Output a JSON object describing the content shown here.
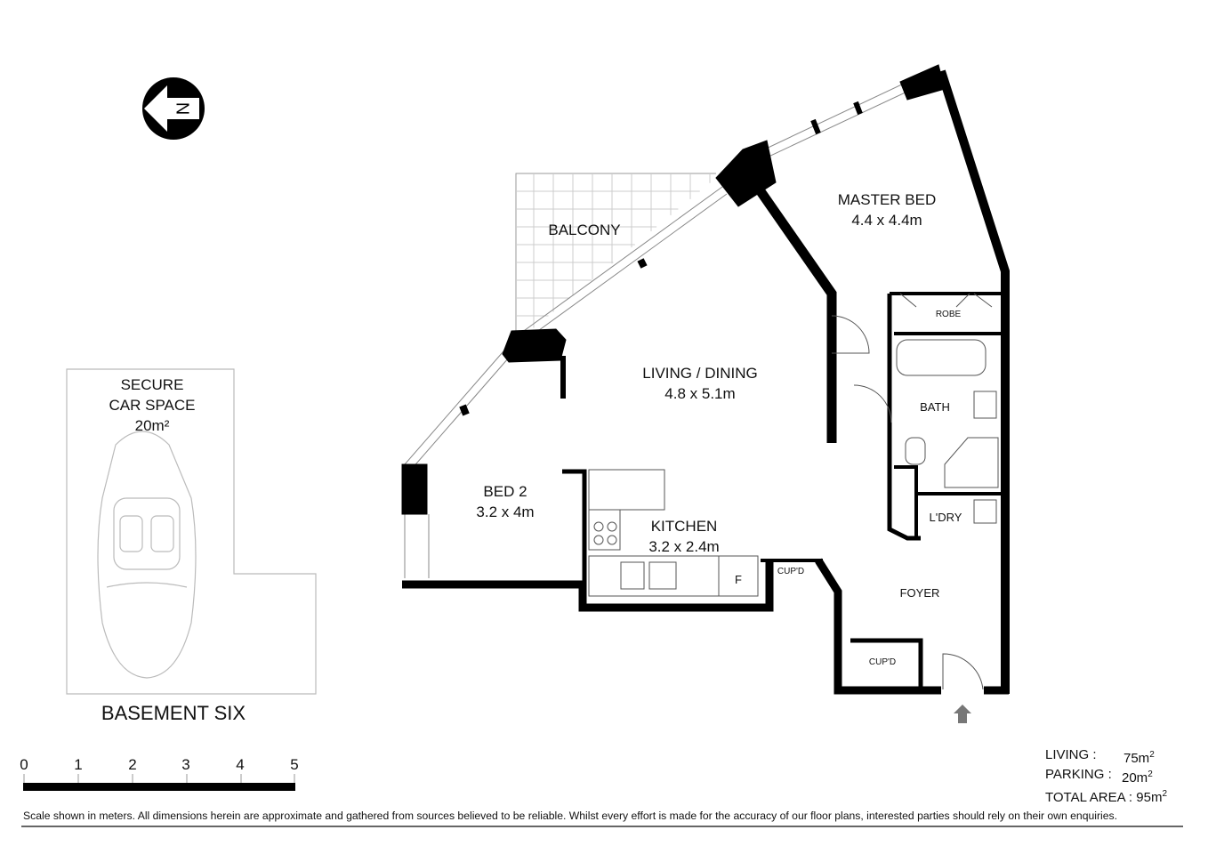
{
  "rooms": {
    "master_bed": {
      "name": "MASTER BED",
      "dims": "4.4 x 4.4m"
    },
    "balcony": {
      "name": "BALCONY"
    },
    "living": {
      "name": "LIVING / DINING",
      "dims": "4.8 x 5.1m"
    },
    "bed2": {
      "name": "BED 2",
      "dims": "3.2 x 4m"
    },
    "kitchen": {
      "name": "KITCHEN",
      "dims": "3.2 x 2.4m"
    },
    "robe": "ROBE",
    "bath": "BATH",
    "laundry": "L'DRY",
    "foyer": "FOYER",
    "cupd1": "CUP'D",
    "cupd2": "CUP'D",
    "fridge": "F"
  },
  "car_space": {
    "line1": "SECURE",
    "line2": "CAR SPACE",
    "line3": "20m²"
  },
  "level": "BASEMENT SIX",
  "compass": {
    "label": "N",
    "icon": "north-arrow-icon"
  },
  "scale": {
    "ticks": [
      "0",
      "1",
      "2",
      "3",
      "4",
      "5"
    ],
    "unit": "meters"
  },
  "areas": {
    "living_label": "LIVING :",
    "living_value": "75m",
    "parking_label": "PARKING :",
    "parking_value": "20m",
    "total_label": "TOTAL AREA :",
    "total_value": "95m",
    "unit_sup": "2"
  },
  "disclaimer": "Scale shown in meters. All dimensions herein are approximate and gathered from sources believed to be  reliable. Whilst every effort is made for the accuracy of our floor plans, interested parties should rely on their own enquiries."
}
